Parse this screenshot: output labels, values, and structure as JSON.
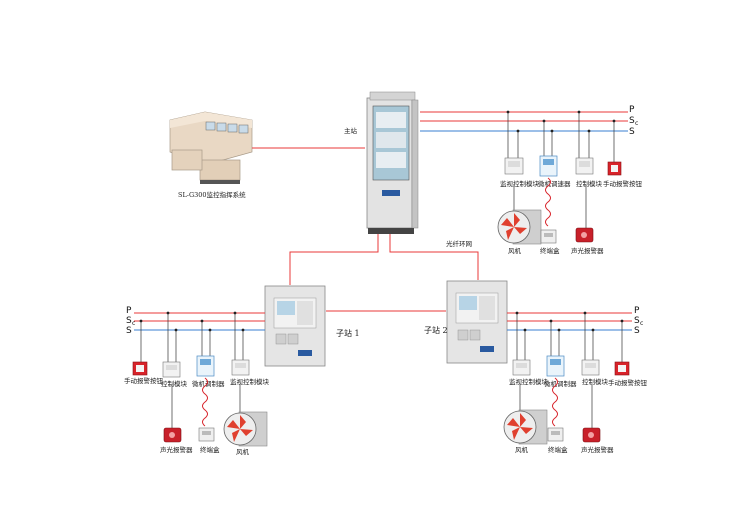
{
  "colors": {
    "bus_p": "#e8393a",
    "bus_sc": "#e8393a",
    "bus_s": "#3a7fd0",
    "link": "#e8393a",
    "cabinet": "#dcdcdc"
  },
  "workstation": {
    "label": "SL-G300监控指挥系统"
  },
  "main_station": {
    "label": "主站"
  },
  "fiber": {
    "label": "光纤环网"
  },
  "sub1": {
    "label": "子站 1"
  },
  "sub2": {
    "label": "子站 2"
  },
  "bus": {
    "p": "P",
    "sc": "S",
    "sc_sub": "c",
    "s": "S"
  },
  "main_devices": {
    "monitor_module": "监视控制模块",
    "micro_controller": "微机调速器",
    "control_module": "控制模块",
    "manual_alarm": "手动报警按钮",
    "fan": "风机",
    "terminal_box": "终端盒",
    "sound_light": "声光报警器"
  },
  "sub1_devices": {
    "manual_alarm": "手动报警按钮",
    "control_module": "控制模块",
    "micro_controller": "微机调制器",
    "monitor_module": "监视控制模块",
    "sound_light": "声光报警器",
    "terminal_box": "终端盒",
    "fan": "风机"
  },
  "sub2_devices": {
    "monitor_module": "监视控制模块",
    "micro_controller": "微机调制器",
    "control_module": "控制模块",
    "manual_alarm": "手动报警按钮",
    "fan": "风机",
    "terminal_box": "终端盒",
    "sound_light": "声光报警器"
  }
}
